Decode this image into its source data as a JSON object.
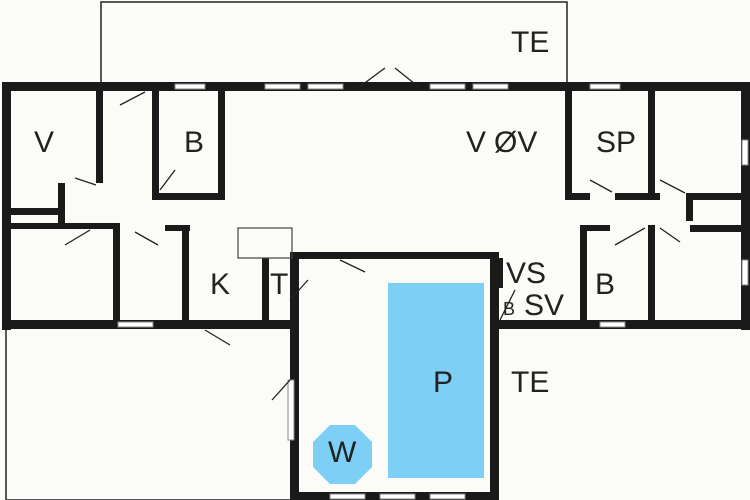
{
  "rooms": {
    "terrace_top": "TE",
    "room_v": "V",
    "room_b_top": "B",
    "room_v_overlap": "V",
    "room_ov": "ØV",
    "room_sp": "SP",
    "room_k": "K",
    "room_t": "T",
    "room_b_small": "B",
    "room_vs": "VS",
    "room_sv": "SV",
    "room_b_right": "B",
    "pool": "P",
    "terrace_right": "TE",
    "whirlpool": "W"
  },
  "colors": {
    "wall": "#1a1a1a",
    "pool": "#7dcff5",
    "floor": "#fbfbf8"
  }
}
